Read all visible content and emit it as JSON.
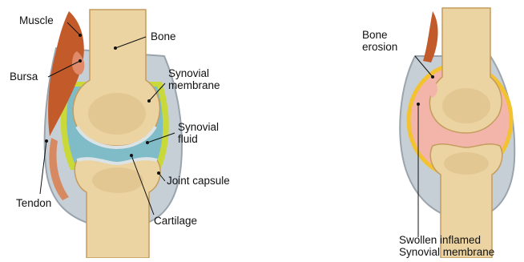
{
  "colors": {
    "background": "#ffffff",
    "bone_fill": "#ecd4a2",
    "bone_shade": "#d9b87f",
    "bone_edge": "#c49c5e",
    "capsule": "#c7cfd6",
    "capsule_edge": "#9aa4ad",
    "synovial_fluid": "#7fbcc7",
    "synovial_membrane": "#c9d93a",
    "cartilage": "#dbe3e6",
    "muscle": "#c25a2a",
    "tendon": "#d78a62",
    "inflamed_fill": "#f3b5a9",
    "inflamed_membrane": "#f2c230",
    "label_text": "#111111",
    "leader_line": "#111111"
  },
  "labels": {
    "muscle": "Muscle",
    "bone_left": "Bone",
    "bursa": "Bursa",
    "synovial_membrane_1": "Synovial",
    "synovial_membrane_2": "membrane",
    "synovial_fluid_1": "Synovial",
    "synovial_fluid_2": "fluid",
    "joint_capsule": "Joint capsule",
    "tendon": "Tendon",
    "cartilage": "Cartilage",
    "bone_erosion_1": "Bone",
    "bone_erosion_2": "erosion",
    "swollen_1": "Swollen inflamed",
    "swollen_2": "Synovial membrane"
  }
}
